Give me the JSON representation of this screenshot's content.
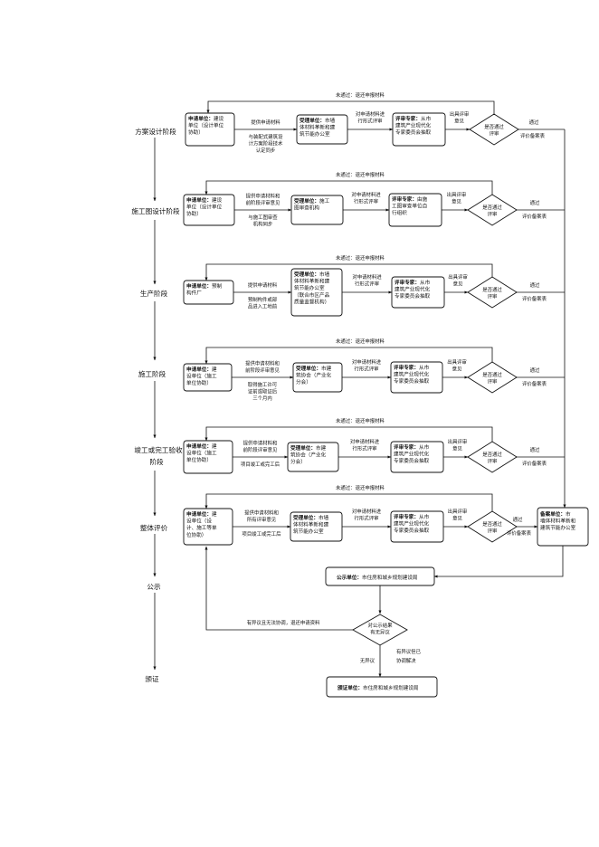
{
  "stages": [
    "方案设计阶段",
    "施工图设计阶段",
    "生产阶段",
    "施工阶段",
    "竣工或完工验收阶段",
    "整体评价",
    "公示",
    "颁证"
  ],
  "rows": [
    {
      "reject": "未通过：退还申报材料",
      "applicant": {
        "title": "申请单位：",
        "lines": [
          "建设",
          "单位（设计单位",
          "协助）"
        ]
      },
      "submit_above": [
        "提供申请材料"
      ],
      "submit_below": [
        "与装配式建筑设",
        "计方案阶段技术",
        "认定同步"
      ],
      "acceptor": {
        "title": "受理单位：",
        "lines": [
          "市墙",
          "体材料革新和建",
          "筑节能办公室"
        ]
      },
      "to_review": [
        "对申请材料进",
        "行形式评审"
      ],
      "reviewer": {
        "title": "评审专家：",
        "lines": [
          "从市",
          "建筑产业现代化",
          "专家委员会抽取"
        ]
      },
      "opinion": [
        "出具评审",
        "意见"
      ],
      "decision": [
        "是否通过",
        "评审"
      ],
      "pass": "通过",
      "record": "评价备案表"
    },
    {
      "reject": "未通过：退还申报材料",
      "applicant": {
        "title": "申请单位：",
        "lines": [
          "建设",
          "单位（设计单位",
          "协助）"
        ]
      },
      "submit_above": [
        "提供申请材料和",
        "前阶段评审意见"
      ],
      "submit_below": [
        "与施工图审查",
        "机构同步"
      ],
      "acceptor": {
        "title": "受理单位：",
        "lines": [
          "施工",
          "图审查机构"
        ]
      },
      "to_review": [
        "对申请材料进",
        "行形式评审"
      ],
      "reviewer": {
        "title": "评审专家：",
        "lines": [
          "由施",
          "工图审查单位自",
          "行组织"
        ]
      },
      "opinion": [
        "出具评审",
        "意见"
      ],
      "decision": [
        "是否通过",
        "评审"
      ],
      "pass": "通过",
      "record": "评价备案表"
    },
    {
      "reject": "未通过：退还申报材料",
      "applicant": {
        "title": "申请单位：",
        "lines": [
          "预制",
          "构件厂"
        ]
      },
      "submit_above": [
        "提供申请材料"
      ],
      "submit_below": [
        "预制构件或部",
        "品进入工地前"
      ],
      "acceptor": {
        "title": "受理单位：",
        "lines": [
          "市墙",
          "体材料革新和建",
          "筑节能办公室",
          "（联合市区产品",
          "质量监督机构）"
        ]
      },
      "to_review": [
        "对申请材料进",
        "行形式评审"
      ],
      "reviewer": {
        "title": "评审专家：",
        "lines": [
          "从市",
          "建筑产业现代化",
          "专家委员会抽取"
        ]
      },
      "opinion": [
        "出具评审",
        "意见"
      ],
      "decision": [
        "是否通过",
        "评审"
      ],
      "pass": "通过",
      "record": "评价备案表"
    },
    {
      "reject": "未通过：退还申报材料",
      "applicant": {
        "title": "申请单位：",
        "lines": [
          "建",
          "设单位（施工",
          "单位协助）"
        ]
      },
      "submit_above": [
        "提供申请材料和",
        "前阶段评审意见"
      ],
      "submit_below": [
        "取得施工许可",
        "证前或取证后",
        "三个月内"
      ],
      "acceptor": {
        "title": "受理单位：",
        "lines": [
          "市建",
          "筑协会（产业化",
          "分会）"
        ]
      },
      "to_review": [
        "对申请材料进",
        "行形式评审"
      ],
      "reviewer": {
        "title": "评审专家：",
        "lines": [
          "从市",
          "建筑产业现代化",
          "专家委员会抽取"
        ]
      },
      "opinion": [
        "出具评审",
        "意见"
      ],
      "decision": [
        "是否通过",
        "评审"
      ],
      "pass": "通过",
      "record": "评价备案表"
    },
    {
      "reject": "未通过：退还申报材料",
      "applicant": {
        "title": "申请单位：",
        "lines": [
          "建",
          "设单位（施工",
          "单位协助）"
        ]
      },
      "submit_above": [
        "提供申请材料和",
        "前阶段评审意见"
      ],
      "submit_below": [
        "项目竣工或完工后"
      ],
      "acceptor": {
        "title": "受理单位：",
        "lines": [
          "市建",
          "筑协会（产业化",
          "分会）"
        ]
      },
      "to_review": [
        "对申请材料进",
        "行形式评审"
      ],
      "reviewer": {
        "title": "评审专家：",
        "lines": [
          "从市",
          "建筑产业现代化",
          "专家委员会抽取"
        ]
      },
      "opinion": [
        "出具评审",
        "意见"
      ],
      "decision": [
        "是否通过",
        "评审"
      ],
      "pass": "通过",
      "record": "评价备案表"
    },
    {
      "reject": "未通过：退还申报材料",
      "applicant": {
        "title": "申请单位：",
        "lines": [
          "建",
          "设单位（设",
          "计、施工等单",
          "位协助）"
        ]
      },
      "submit_above": [
        "提供申请材料和",
        "所有评审意见"
      ],
      "submit_below": [
        "项目竣工或完工后"
      ],
      "acceptor": {
        "title": "受理单位：",
        "lines": [
          "市墙",
          "体材料革新和建",
          "筑节能办公室"
        ]
      },
      "to_review": [
        "对申请材料进",
        "行形式评审"
      ],
      "reviewer": {
        "title": "评审专家：",
        "lines": [
          "从市",
          "建筑产业现代化",
          "专家委员会抽取"
        ]
      },
      "opinion": [
        "出具评审",
        "意见"
      ],
      "decision": [
        "是否通过",
        "评审"
      ],
      "pass": "通过",
      "record": "评价备案表"
    }
  ],
  "archive": {
    "title": "备案单位：",
    "lines": [
      "市",
      "墙体材料革新和",
      "建筑节能办公室"
    ]
  },
  "publicity": {
    "title": "公示单位：",
    "text": "市住房和城乡规划建设局"
  },
  "objection_decision": [
    "对公示结果",
    "有无异议"
  ],
  "objection_loop": "有异议且无法协调，退还申请资料",
  "no_objection": "无异议",
  "resolved": [
    "有异议但已",
    "协调解决"
  ],
  "certify": {
    "title": "颁证单位：",
    "text": "市住房和城乡规划建设局"
  }
}
